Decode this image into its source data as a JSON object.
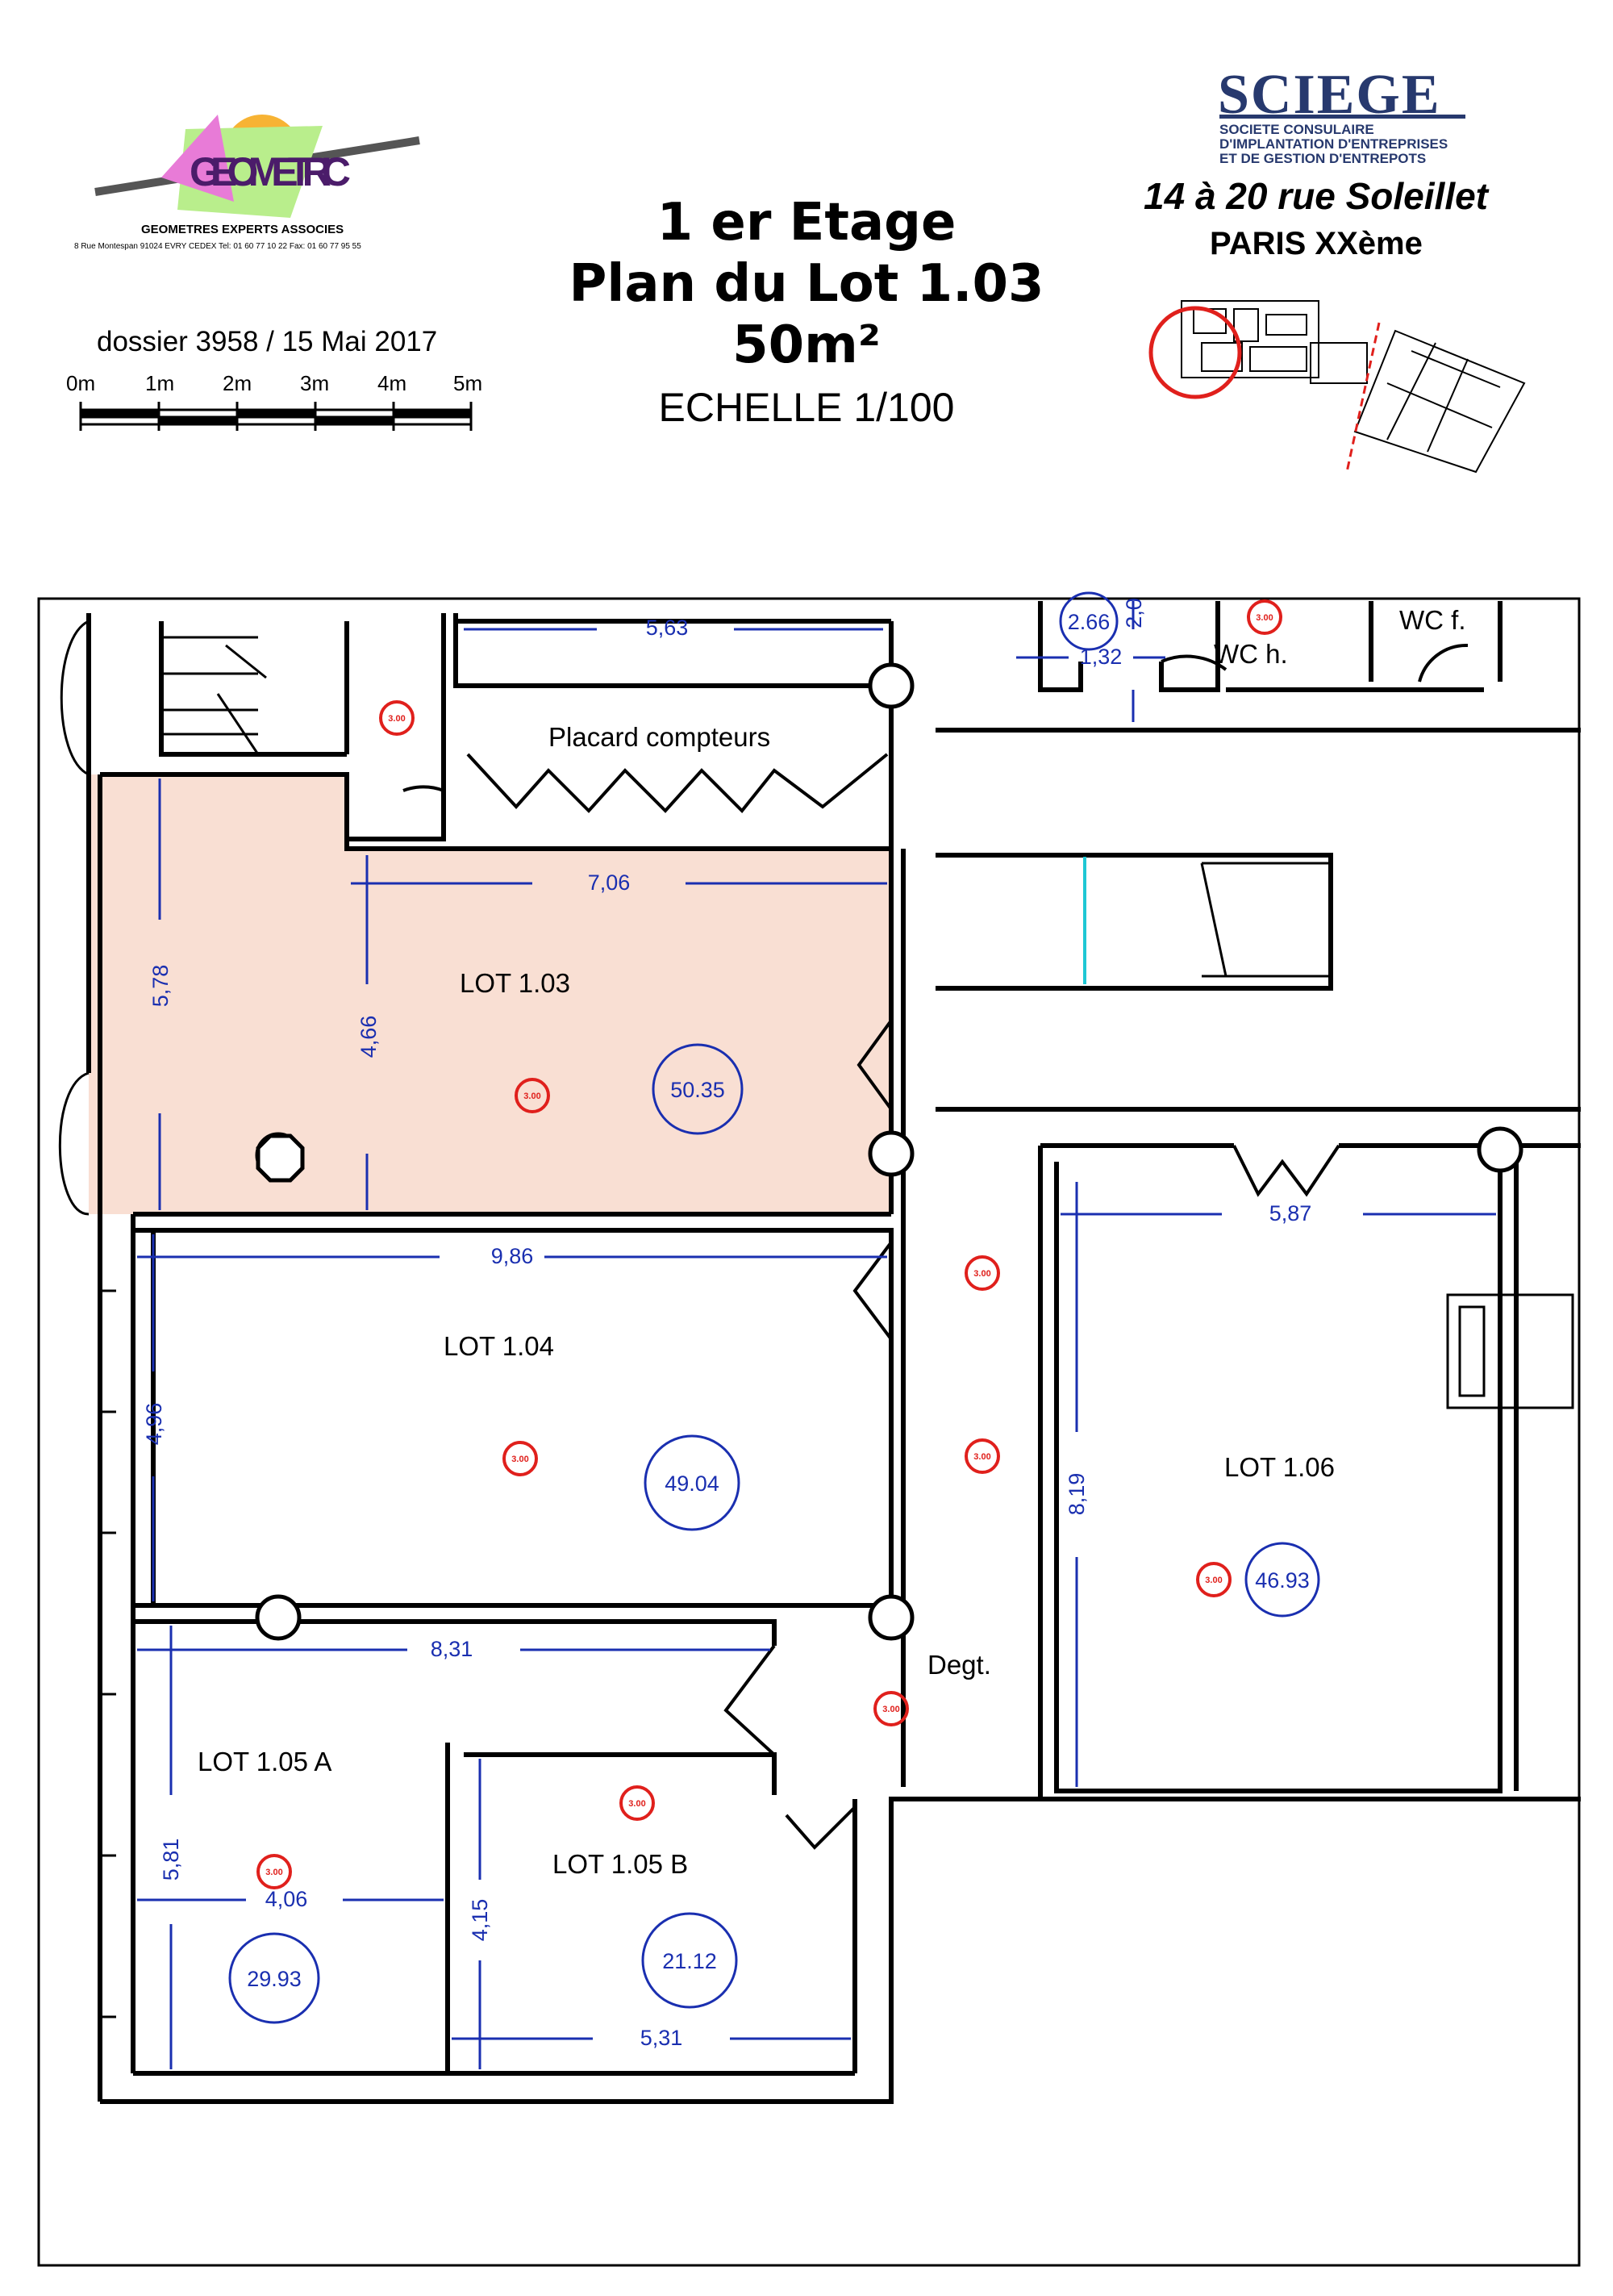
{
  "header": {
    "floor": "1 er Etage",
    "plan_title": "Plan du Lot 1.03",
    "area": "50m²",
    "scale": "ECHELLE 1/100",
    "dossier": "dossier 3958 / 15 Mai 2017",
    "scale_ticks": [
      "0m",
      "1m",
      "2m",
      "3m",
      "4m",
      "5m"
    ]
  },
  "logo_left": {
    "name": "GEOMETRIC",
    "subtitle": "GEOMETRES EXPERTS ASSOCIES",
    "address": "8 Rue Montespan 91024 EVRY CEDEX  Tel: 01 60 77 10 22 Fax: 01 60 77 95 55"
  },
  "logo_right": {
    "name": "SCIEGE",
    "subtitle_lines": [
      "SOCIETE CONSULAIRE",
      "D'IMPLANTATION D'ENTREPRISES",
      "ET DE GESTION D'ENTREPOTS"
    ],
    "address_line1": "14 à 20  rue Soleillet",
    "address_line2": "PARIS XXème"
  },
  "rooms": {
    "lot103": {
      "label": "LOT 1.03",
      "area": "50.35"
    },
    "lot104": {
      "label": "LOT 1.04",
      "area": "49.04"
    },
    "lot105a": {
      "label": "LOT 1.05 A",
      "area": "29.93"
    },
    "lot105b": {
      "label": "LOT 1.05 B",
      "area": "21.12"
    },
    "lot106": {
      "label": "LOT 1.06",
      "area": "46.93"
    },
    "wc_small": {
      "area": "2.66"
    },
    "placard": {
      "label": "Placard compteurs"
    },
    "wch": {
      "label": "WC h."
    },
    "wcf": {
      "label": "WC f."
    },
    "degt": {
      "label": "Degt."
    }
  },
  "dimensions": {
    "d563": "5,63",
    "d706": "7,06",
    "d578": "5,78",
    "d466": "4,66",
    "d986": "9,86",
    "d496": "4,96",
    "d587": "5,87",
    "d819": "8,19",
    "d831": "8,31",
    "d581": "5,81",
    "d406": "4,06",
    "d415": "4,15",
    "d531": "5,31",
    "d132": "1,32",
    "d20": "2,0"
  },
  "height_marker": "3.00",
  "colors": {
    "highlight": "#f9dfd3",
    "dimension": "#1a2fb0",
    "marker": "#e0201c",
    "wall": "#000000",
    "sciege_blue": "#27396e"
  }
}
